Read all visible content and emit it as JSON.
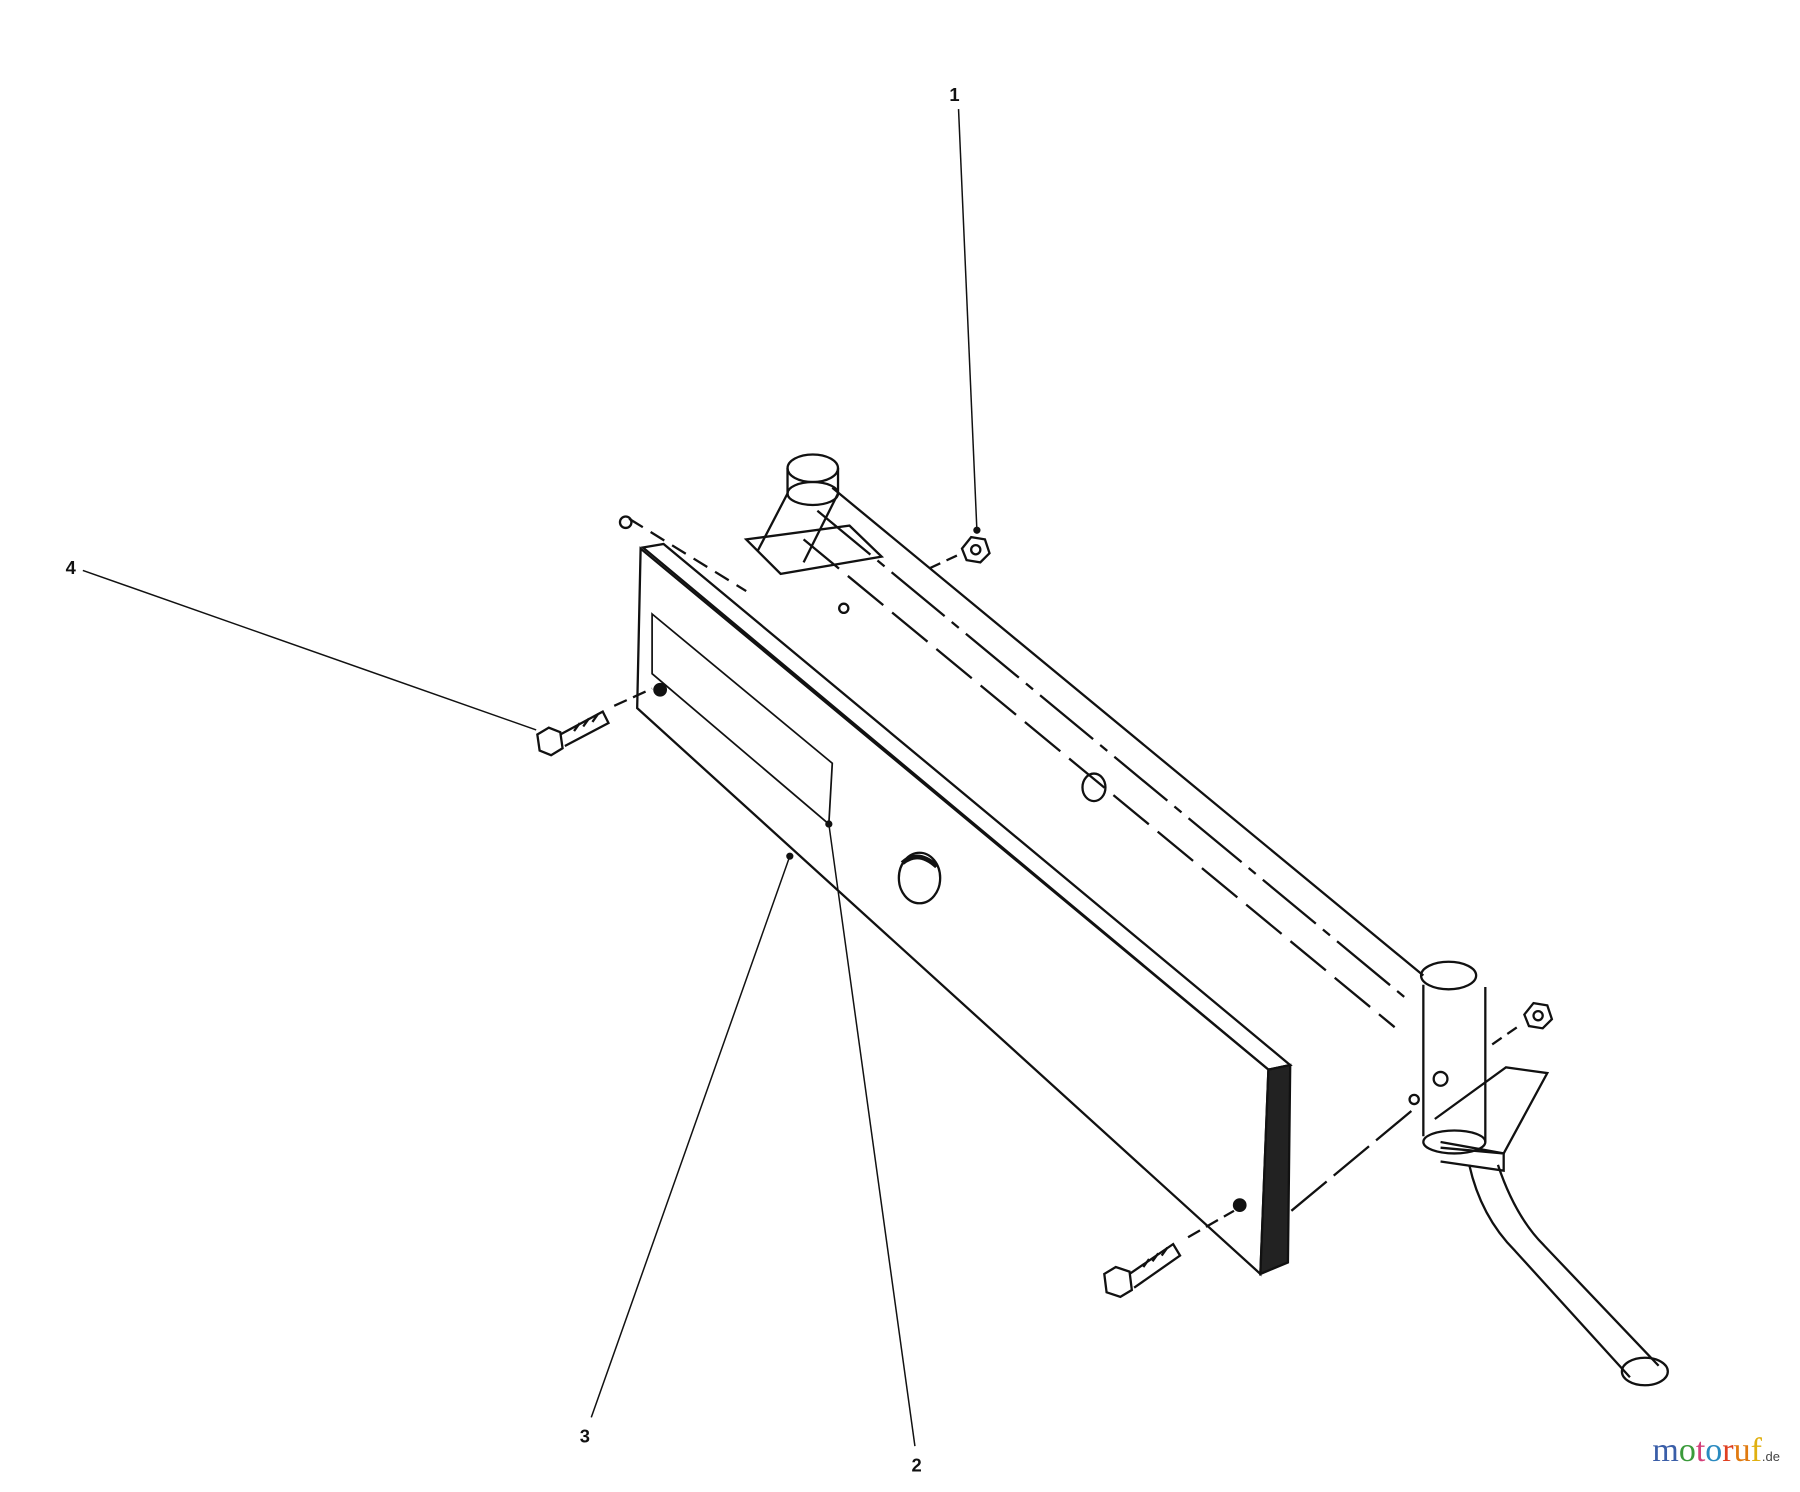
{
  "callouts": [
    {
      "number": "1",
      "part": "nut"
    },
    {
      "number": "2",
      "part": "decal"
    },
    {
      "number": "3",
      "part": "plate"
    },
    {
      "number": "4",
      "part": "bolt"
    }
  ],
  "watermark": {
    "letters": [
      "m",
      "o",
      "t",
      "o",
      "r",
      "u",
      "f"
    ],
    "colors": [
      "#3a5ea8",
      "#3a9a3a",
      "#d4407a",
      "#2a8ac0",
      "#e04020",
      "#e07a10",
      "#e0b010"
    ],
    "suffix": ".de"
  }
}
